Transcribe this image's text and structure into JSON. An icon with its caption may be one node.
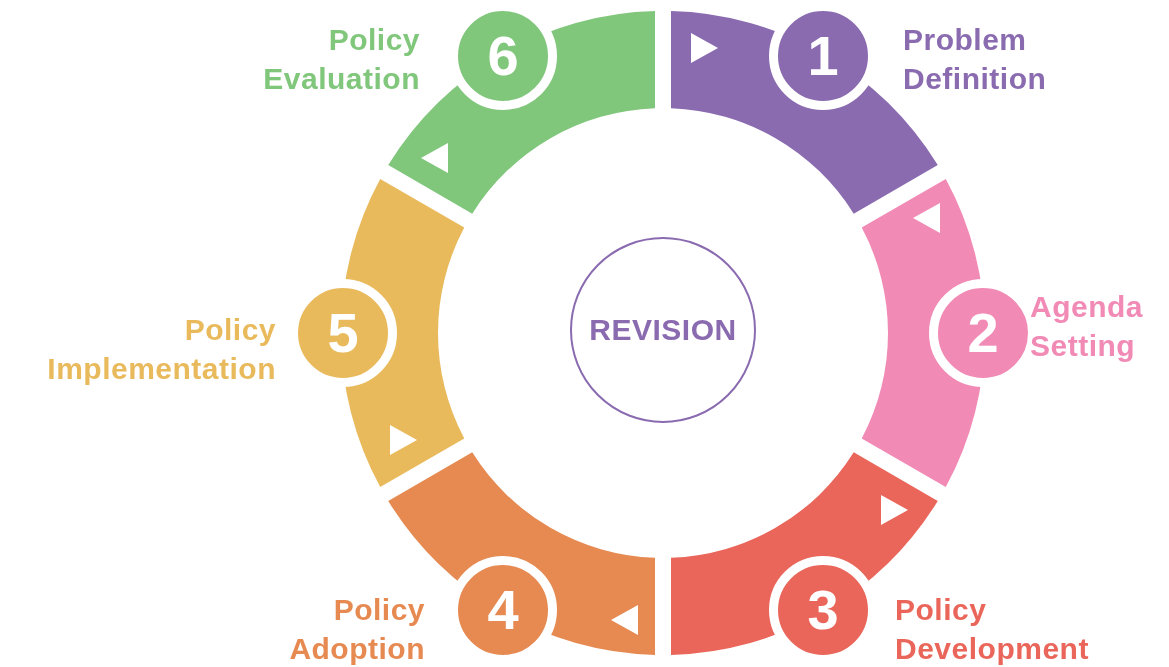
{
  "diagram": {
    "nodes": [
      {
        "text": [
          "1"
        ],
        "beside": [
          "Problem Definition"
        ]
      },
      {
        "text": [
          "2"
        ],
        "beside": [
          "Agenda Setting"
        ]
      },
      {
        "text": [
          "3"
        ],
        "beside": [
          "Policy Development"
        ]
      },
      {
        "text": [
          "4"
        ],
        "beside": [
          "Policy Adoption"
        ]
      },
      {
        "text": [
          "5"
        ],
        "beside": [
          "Policy Implementation"
        ]
      },
      {
        "text": [
          "6"
        ],
        "beside": [
          "Policy Evaluation"
        ]
      },
      {
        "text": [
          "REVISION"
        ]
      }
    ]
  }
}
